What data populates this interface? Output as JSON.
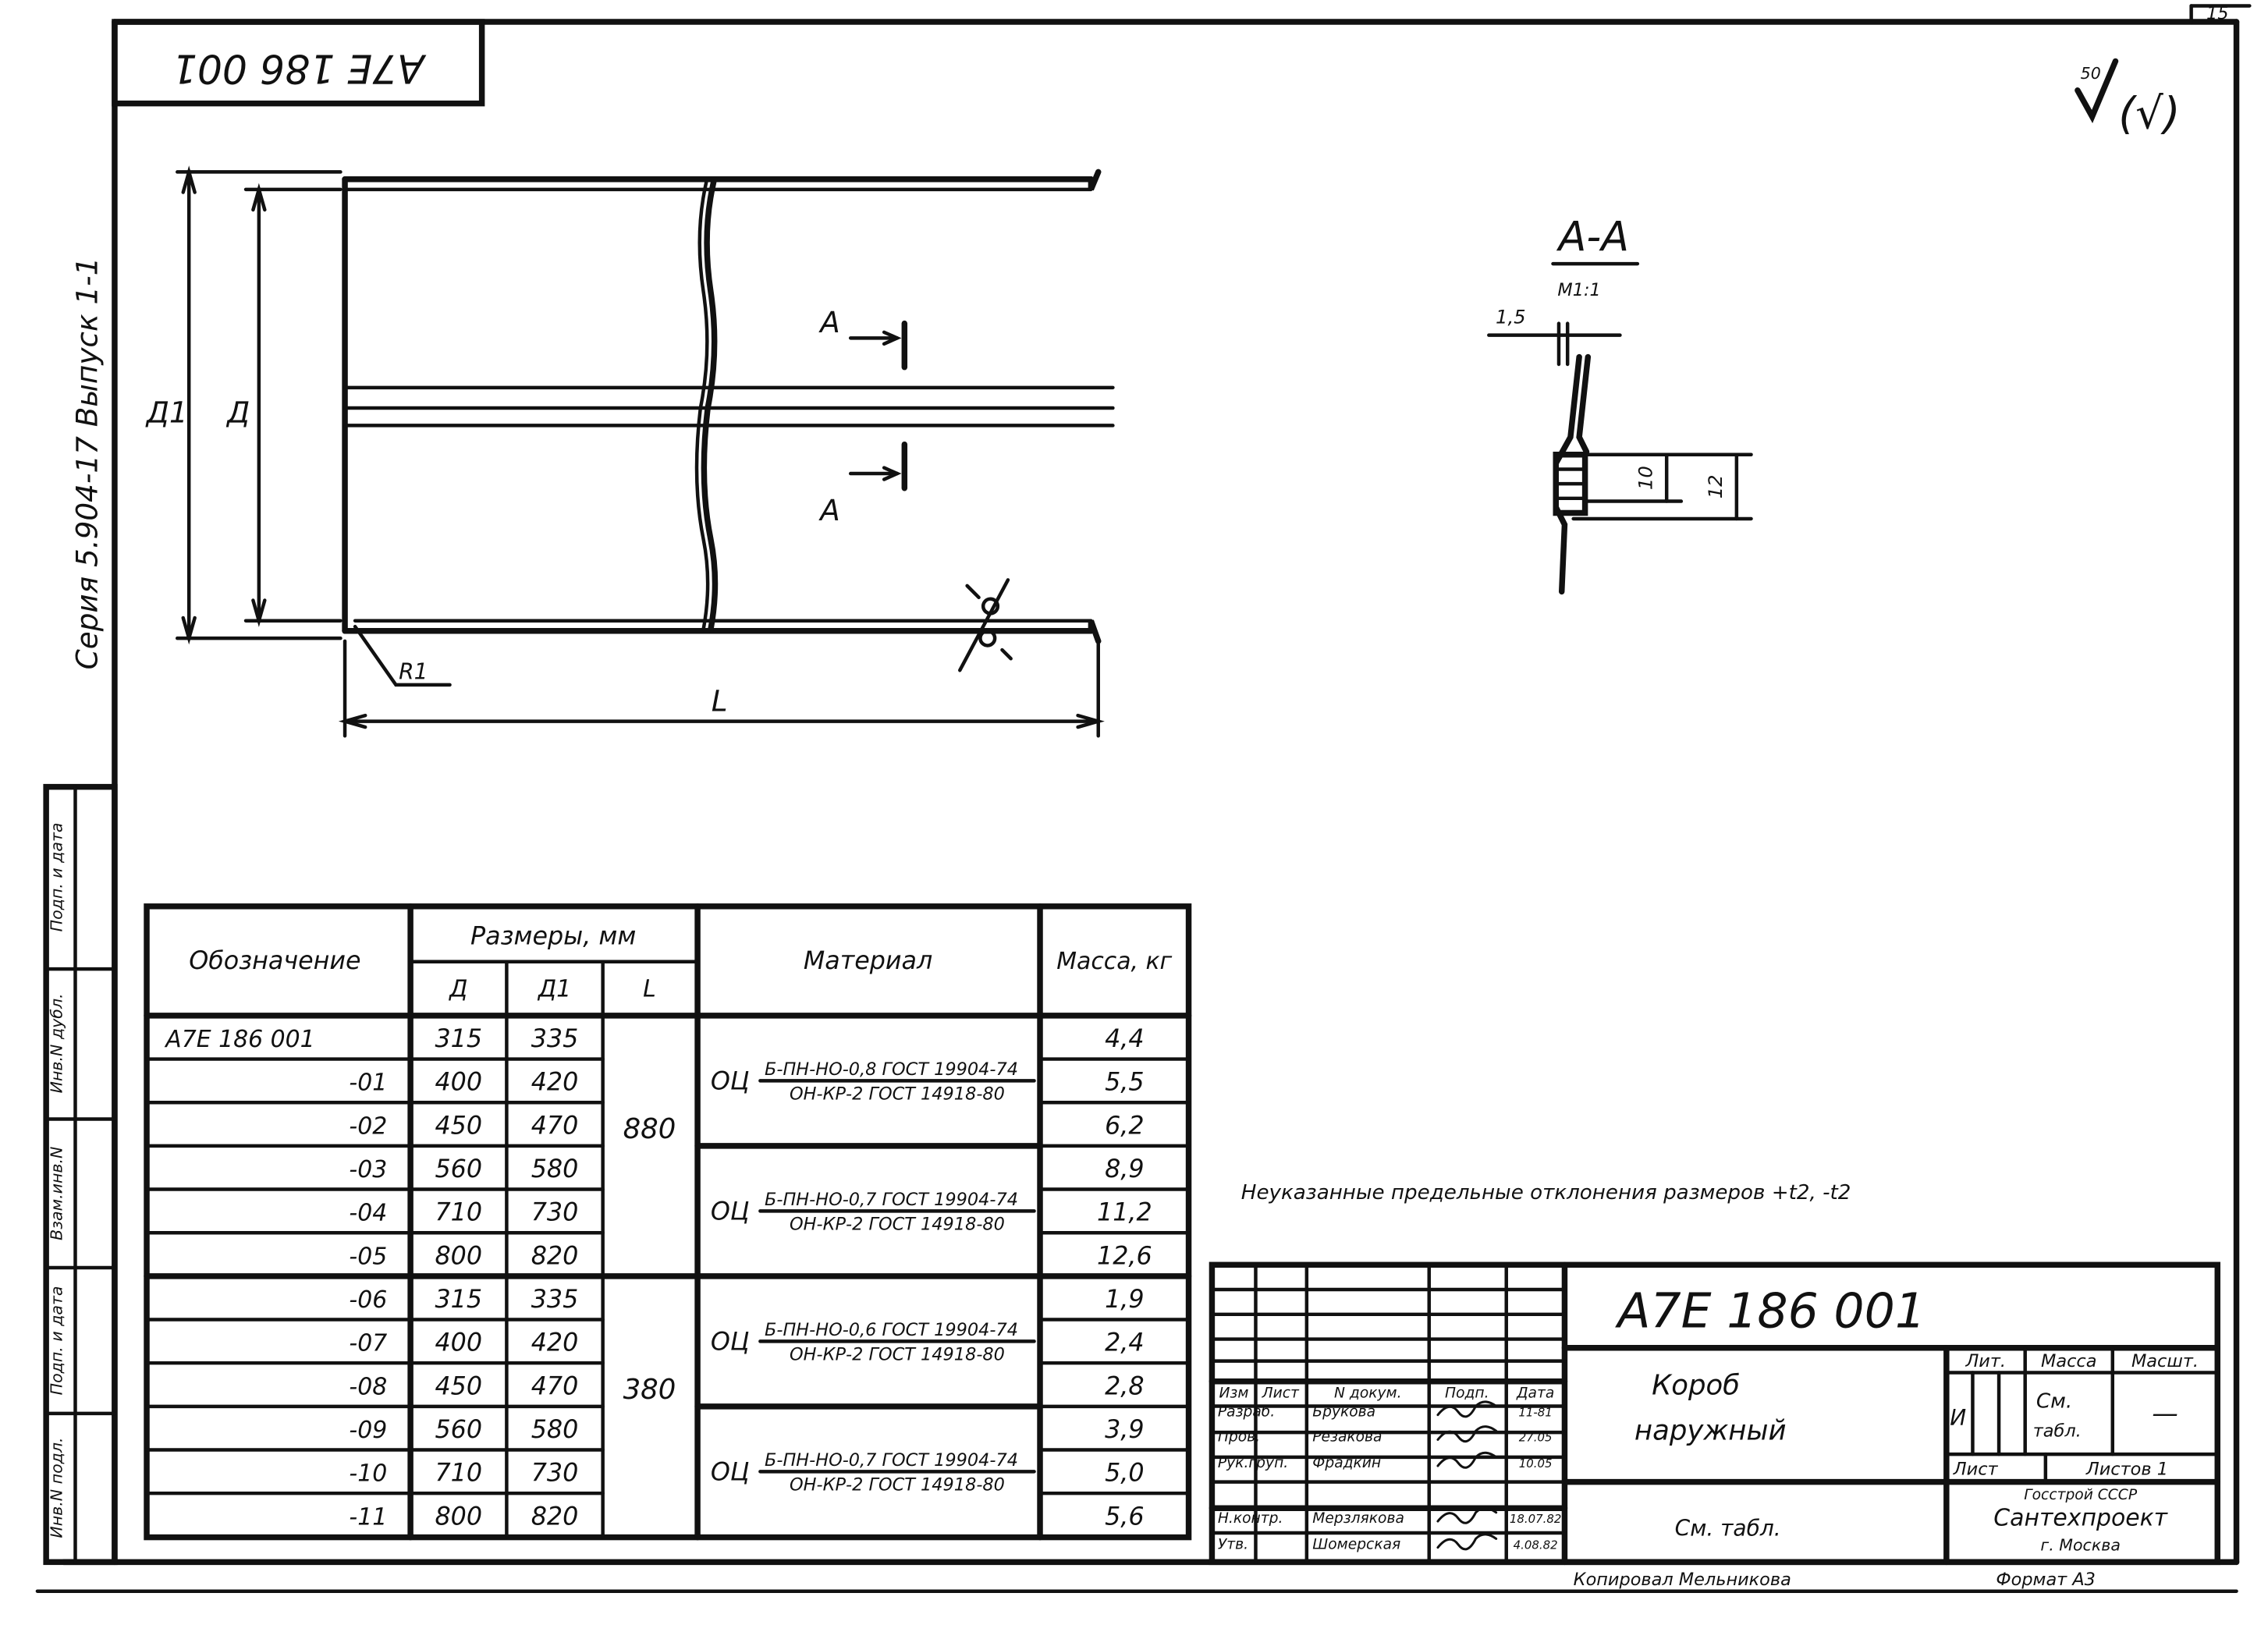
{
  "page_number": "15",
  "stamp_code": "A7E 186 001",
  "roughness": {
    "value": "50",
    "suffix": "(√)"
  },
  "side_label": "Серия 5.904-17   Выпуск 1-1",
  "side_fields": [
    "Инв.N подл.",
    "Подп. и дата",
    "Взам.инв.N",
    "Инв.N дубл.",
    "Подп. и дата"
  ],
  "drawing": {
    "labels": {
      "d1": "Д1",
      "d": "Д",
      "length": "L",
      "radius": "R1",
      "section_mark_top": "А",
      "section_mark_bottom": "А"
    }
  },
  "section": {
    "title": "А-А",
    "scale": "М1:1",
    "dim_thickness": "1,5",
    "dim_10": "10",
    "dim_12": "12"
  },
  "tolerance_note": "Неуказанные предельные отклонения размеров +t2, -t2",
  "table": {
    "headers": {
      "designation": "Обозначение",
      "sizes": "Размеры, мм",
      "d": "Д",
      "d1": "Д1",
      "l": "L",
      "material": "Материал",
      "mass": "Масса, кг"
    },
    "rows": [
      {
        "designation": "A7E 186 001",
        "d": "315",
        "d1": "335",
        "mass": "4,4"
      },
      {
        "designation": "-01",
        "d": "400",
        "d1": "420",
        "mass": "5,5"
      },
      {
        "designation": "-02",
        "d": "450",
        "d1": "470",
        "mass": "6,2"
      },
      {
        "designation": "-03",
        "d": "560",
        "d1": "580",
        "mass": "8,9"
      },
      {
        "designation": "-04",
        "d": "710",
        "d1": "730",
        "mass": "11,2"
      },
      {
        "designation": "-05",
        "d": "800",
        "d1": "820",
        "mass": "12,6"
      },
      {
        "designation": "-06",
        "d": "315",
        "d1": "335",
        "mass": "1,9"
      },
      {
        "designation": "-07",
        "d": "400",
        "d1": "420",
        "mass": "2,4"
      },
      {
        "designation": "-08",
        "d": "450",
        "d1": "470",
        "mass": "2,8"
      },
      {
        "designation": "-09",
        "d": "560",
        "d1": "580",
        "mass": "3,9"
      },
      {
        "designation": "-10",
        "d": "710",
        "d1": "730",
        "mass": "5,0"
      },
      {
        "designation": "-11",
        "d": "800",
        "d1": "820",
        "mass": "5,6"
      }
    ],
    "length_groups": [
      "880",
      "380"
    ],
    "materials": [
      {
        "prefix": "ОЦ",
        "top": "Б-ПН-НО-0,8 ГОСТ 19904-74",
        "bottom": "ОН-КР-2 ГОСТ 14918-80"
      },
      {
        "prefix": "ОЦ",
        "top": "Б-ПН-НО-0,7 ГОСТ 19904-74",
        "bottom": "ОН-КР-2 ГОСТ 14918-80"
      },
      {
        "prefix": "ОЦ",
        "top": "Б-ПН-НО-0,6 ГОСТ 19904-74",
        "bottom": "ОН-КР-2 ГОСТ 14918-80"
      },
      {
        "prefix": "ОЦ",
        "top": "Б-ПН-НО-0,7 ГОСТ 19904-74",
        "bottom": "ОН-КР-2 ГОСТ 14918-80"
      }
    ]
  },
  "title_block": {
    "code": "A7E 186 001",
    "name_line1": "Короб",
    "name_line2": "наружный",
    "material_ref": "См. табл.",
    "col_headers": [
      "Изм",
      "Лист",
      "N докум.",
      "Подп.",
      "Дата"
    ],
    "people": [
      {
        "role": "Разраб.",
        "name": "Брукова",
        "date": "11-81"
      },
      {
        "role": "Пров.",
        "name": "Резакова",
        "date": "27.05"
      },
      {
        "role": "Рук.груп.",
        "name": "Фрадкин",
        "date": "10.05"
      },
      {
        "role": "Н.контр.",
        "name": "Мерзлякова",
        "date": "18.07.82"
      },
      {
        "role": "Утв.",
        "name": "Шомерская",
        "date": "4.08.82"
      }
    ],
    "lit_header": "Лит.",
    "mass_header": "Масса",
    "scale_header": "Масшт.",
    "lit_value": "И",
    "mass_value_1": "См.",
    "mass_value_2": "табл.",
    "scale_value": "—",
    "sheet_label": "Лист",
    "sheets_label": "Листов 1",
    "org_line1": "Госстрой СССР",
    "org_line2": "Сантехпроект",
    "org_line3": "г. Москва"
  },
  "footer": {
    "copied_by": "Копировал Мельникова",
    "format": "Формат А3"
  }
}
